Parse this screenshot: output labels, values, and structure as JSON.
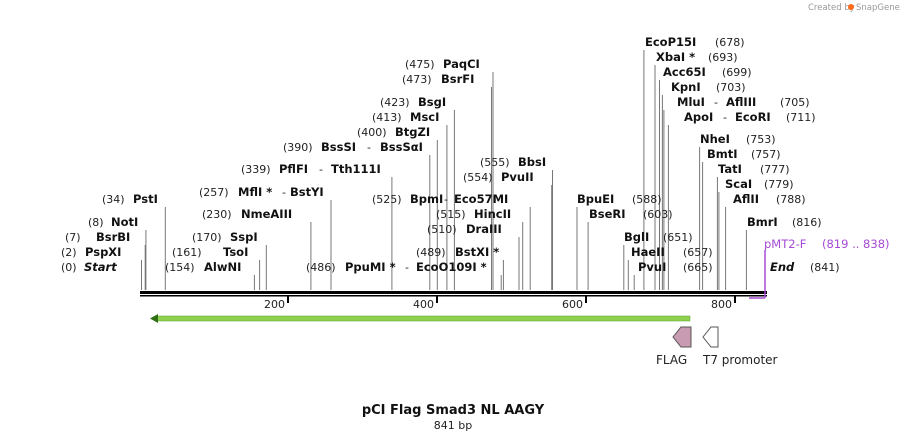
{
  "credit": {
    "text": "Created by",
    "brand": "SnapGene"
  },
  "map": {
    "title": "pCI Flag Smad3 NL AAGY",
    "length_label": "841 bp",
    "length_bp": 841,
    "ticks": [
      "200",
      "400",
      "600",
      "800"
    ]
  },
  "sites": [
    {
      "pos": "(0)",
      "name": "Start",
      "italic": true
    },
    {
      "pos": "(2)",
      "name": "PspXI"
    },
    {
      "pos": "(7)",
      "name": "BsrBI"
    },
    {
      "pos": "(8)",
      "name": "NotI"
    },
    {
      "pos": "(34)",
      "name": "PstI"
    },
    {
      "pos": "(154)",
      "name": "AlwNI",
      "pos_first": true
    },
    {
      "pos": "(161)",
      "name": "TsoI"
    },
    {
      "pos": "(170)",
      "name": "SspI"
    },
    {
      "pos": "(230)",
      "name": "NmeAIII"
    },
    {
      "pos": "(257)",
      "name": "MflI *",
      "name2": "BstYI"
    },
    {
      "pos": "(339)",
      "name": "PflFI",
      "name2": "Tth111I"
    },
    {
      "pos": "(390)",
      "name": "BssSI",
      "name2": "BssSαI"
    },
    {
      "pos": "(400)",
      "name": "BtgZI"
    },
    {
      "pos": "(413)",
      "name": "MscI"
    },
    {
      "pos": "(423)",
      "name": "BsgI"
    },
    {
      "pos": "(473)",
      "name": "BsrFI"
    },
    {
      "pos": "(475)",
      "name": "PaqCI"
    },
    {
      "pos": "(486)",
      "name": "PpuMI *",
      "name2": "EcoO109I *",
      "pos_first": true
    },
    {
      "pos": "(489)",
      "name": "BstXI *"
    },
    {
      "pos": "(510)",
      "name": "DraIII"
    },
    {
      "pos": "(515)",
      "name": "HincII"
    },
    {
      "pos": "(525)",
      "name": "BpmI",
      "name2": "Eco57MI"
    },
    {
      "pos": "(554)",
      "name": "PvuII"
    },
    {
      "pos": "(555)",
      "name": "BbsI"
    },
    {
      "pos": "(588)",
      "name": "BpuEI"
    },
    {
      "pos": "(603)",
      "name": "BseRI"
    },
    {
      "pos": "(651)",
      "name": "BglI"
    },
    {
      "pos": "(657)",
      "name": "HaeII"
    },
    {
      "pos": "(665)",
      "name": "PvuI"
    },
    {
      "pos": "(678)",
      "name": "EcoP15I"
    },
    {
      "pos": "(693)",
      "name": "XbaI *"
    },
    {
      "pos": "(699)",
      "name": "Acc65I"
    },
    {
      "pos": "(703)",
      "name": "KpnI"
    },
    {
      "pos": "(705)",
      "name": "MluI",
      "name2": "AflIII"
    },
    {
      "pos": "(711)",
      "name": "ApoI",
      "name2": "EcoRI"
    },
    {
      "pos": "(753)",
      "name": "NheI"
    },
    {
      "pos": "(757)",
      "name": "BmtI"
    },
    {
      "pos": "(777)",
      "name": "TatI"
    },
    {
      "pos": "(779)",
      "name": "ScaI"
    },
    {
      "pos": "(788)",
      "name": "AflII"
    },
    {
      "pos": "(816)",
      "name": "BmrI"
    },
    {
      "pos": "(841)",
      "name": "End",
      "italic": true
    }
  ],
  "features": [
    {
      "name": "",
      "type": "orf",
      "color": "#8fd14f",
      "start": 15,
      "end": 740,
      "direction": "reverse"
    },
    {
      "name": "FLAG",
      "type": "tag",
      "color": "#c99bb3",
      "start": 723,
      "end": 747,
      "direction": "reverse"
    },
    {
      "name": "T7 promoter",
      "type": "promoter",
      "color": "#ffffff",
      "start": 759,
      "end": 778,
      "direction": "reverse"
    }
  ],
  "primer": {
    "name": "pMT2-F",
    "range": "(819 .. 838)",
    "color": "#a64bd6"
  },
  "colors": {
    "backbone": "#000000",
    "text": "#111111"
  }
}
